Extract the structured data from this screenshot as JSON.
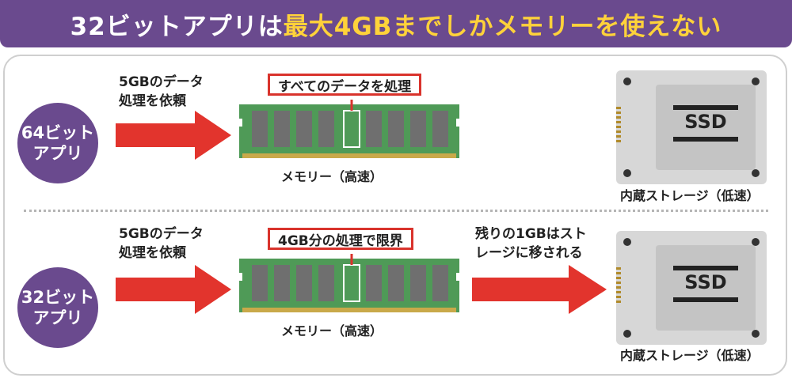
{
  "title": {
    "prefix": "32ビットアプリは",
    "highlight": "最大4GBまでしかメモリーを使えない"
  },
  "rows": [
    {
      "app_line1": "64ビット",
      "app_line2": "アプリ",
      "request_line1": "5GBのデータ",
      "request_line2": "処理を依頼",
      "memory_label": "すべてのデータを処理",
      "memory_caption": "メモリー（高速）",
      "storage_caption": "内蔵ストレージ（低速）",
      "ssd_label": "SSD"
    },
    {
      "app_line1": "32ビット",
      "app_line2": "アプリ",
      "request_line1": "5GBのデータ",
      "request_line2": "処理を依頼",
      "memory_label": "4GB分の処理で限界",
      "memory_caption": "メモリー（高速）",
      "overflow_line1": "残りの1GBはスト",
      "overflow_line2": "レージに移される",
      "storage_caption": "内蔵ストレージ（低速）",
      "ssd_label": "SSD"
    }
  ],
  "colors": {
    "purple": "#6a4a8e",
    "highlight": "#ffd23a",
    "arrow_red": "#e2342d",
    "ram_green": "#4f9a57",
    "chip_gray": "#6f6f6f",
    "ssd_body": "#d7d7d7"
  }
}
